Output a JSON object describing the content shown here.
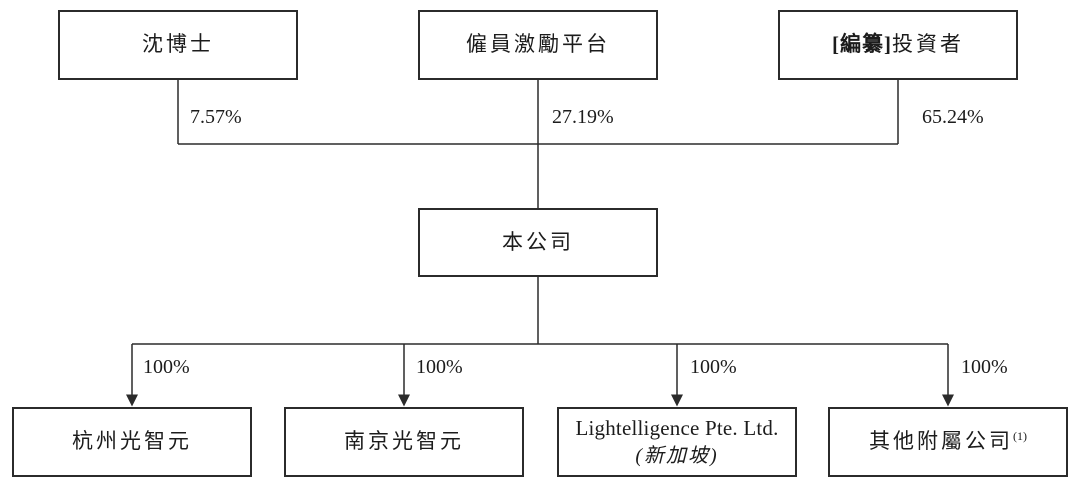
{
  "chart": {
    "type": "org-structure-diagram",
    "shareholders": [
      {
        "label": "沈博士",
        "ownership": "7.57%"
      },
      {
        "label": "僱員激勵平台",
        "ownership": "27.19%"
      },
      {
        "label_bold": "[編纂]",
        "label_rest": "投資者",
        "ownership": "65.24%"
      }
    ],
    "company": {
      "label": "本公司"
    },
    "subsidiaries": [
      {
        "label": "杭州光智元",
        "ownership": "100%"
      },
      {
        "label": "南京光智元",
        "ownership": "100%"
      },
      {
        "label_line1": "Lightelligence Pte. Ltd.",
        "label_line2": "(新加坡)",
        "ownership": "100%"
      },
      {
        "label": "其他附屬公司",
        "footnote": "(1)",
        "ownership": "100%"
      }
    ],
    "colors": {
      "line": "#2b2b2b",
      "text": "#1c1c1c",
      "background": "#ffffff"
    }
  }
}
